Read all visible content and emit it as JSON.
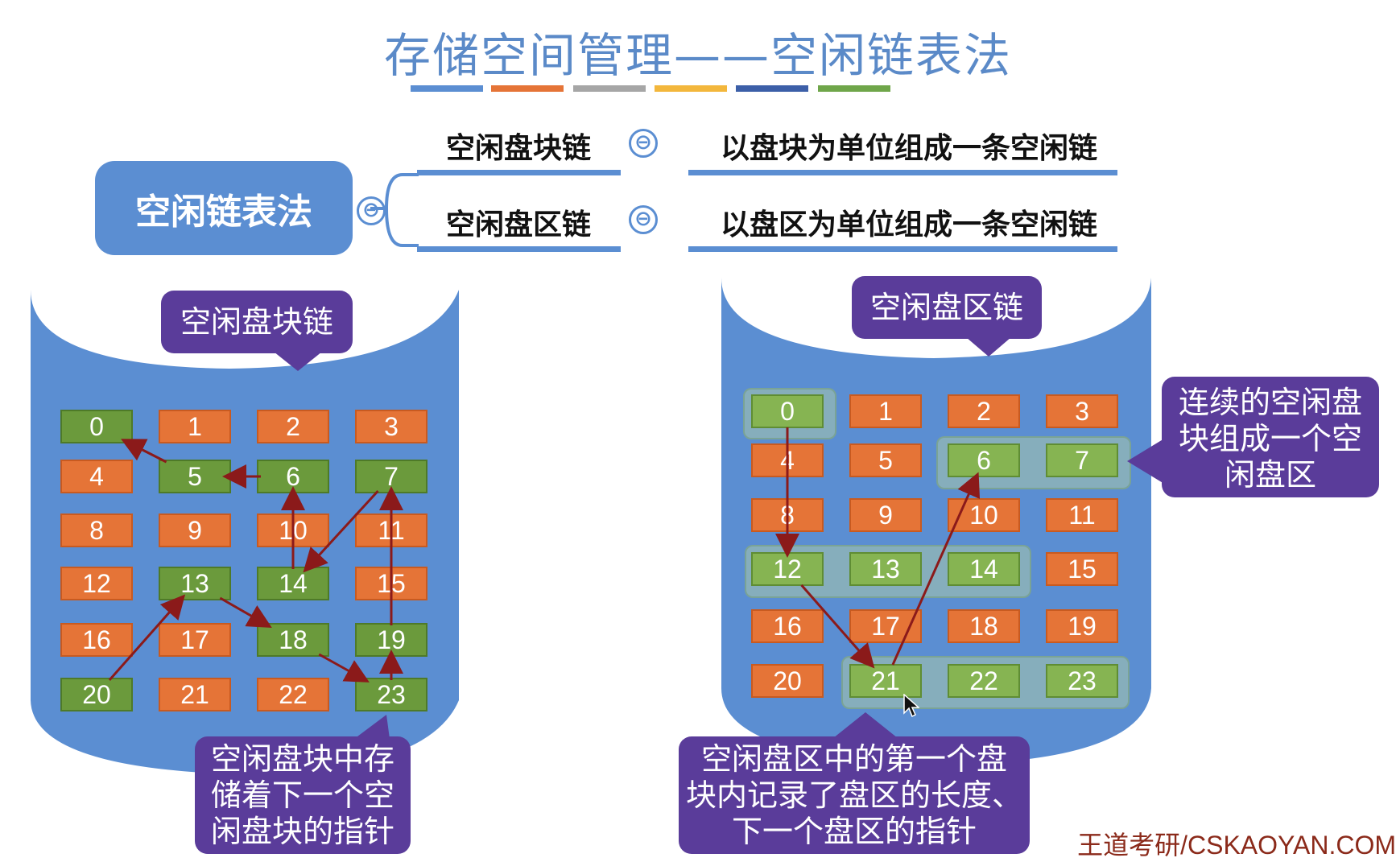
{
  "title": "存储空间管理——空闲链表法",
  "title_bar_colors": [
    "#5b8ed2",
    "#e57437",
    "#a6a6a6",
    "#f3b73c",
    "#3c5fa8",
    "#6fa64a"
  ],
  "mindmap": {
    "root": "空闲链表法",
    "branches": [
      {
        "label": "空闲盘块链",
        "description": "以盘块为单位组成一条空闲链"
      },
      {
        "label": "空闲盘区链",
        "description": "以盘区为单位组成一条空闲链"
      }
    ],
    "collapse_symbol": "⊖"
  },
  "left_disk": {
    "callout_top": "空闲盘块链",
    "callout_bottom": "空闲盘块中存储着下一个空闲盘块的指针",
    "callout_bottom_lines": [
      "空闲盘块中存",
      "储着下一个空",
      "闲盘块的指针"
    ],
    "free_blocks": [
      0,
      5,
      6,
      7,
      13,
      14,
      18,
      19,
      20,
      23
    ],
    "chain": [
      20,
      13,
      18,
      23,
      19,
      7,
      14,
      6,
      5,
      0
    ]
  },
  "right_disk": {
    "callout_top": "空闲盘区链",
    "callout_right_lines": [
      "连续的空闲盘",
      "块组成一个空",
      "闲盘区"
    ],
    "callout_bottom_lines": [
      "空闲盘区中的第一个盘",
      "块内记录了盘区的长度、",
      "下一个盘区的指针"
    ],
    "free_blocks": [
      0,
      6,
      7,
      12,
      13,
      14,
      21,
      22,
      23
    ],
    "extents": [
      [
        0
      ],
      [
        12,
        13,
        14
      ],
      [
        21,
        22,
        23
      ],
      [
        6,
        7
      ]
    ],
    "chain": [
      0,
      12,
      21,
      6
    ]
  },
  "blocks": [
    "0",
    "1",
    "2",
    "3",
    "4",
    "5",
    "6",
    "7",
    "8",
    "9",
    "10",
    "11",
    "12",
    "13",
    "14",
    "15",
    "16",
    "17",
    "18",
    "19",
    "20",
    "21",
    "22",
    "23"
  ],
  "watermark": "王道考研/CSKAOYAN.COM",
  "colors": {
    "free": "#6b9a3c",
    "used": "#e57437",
    "callout": "#5a3c9a",
    "disk": "#5b8ed2",
    "arrow": "#8b1a1a"
  }
}
